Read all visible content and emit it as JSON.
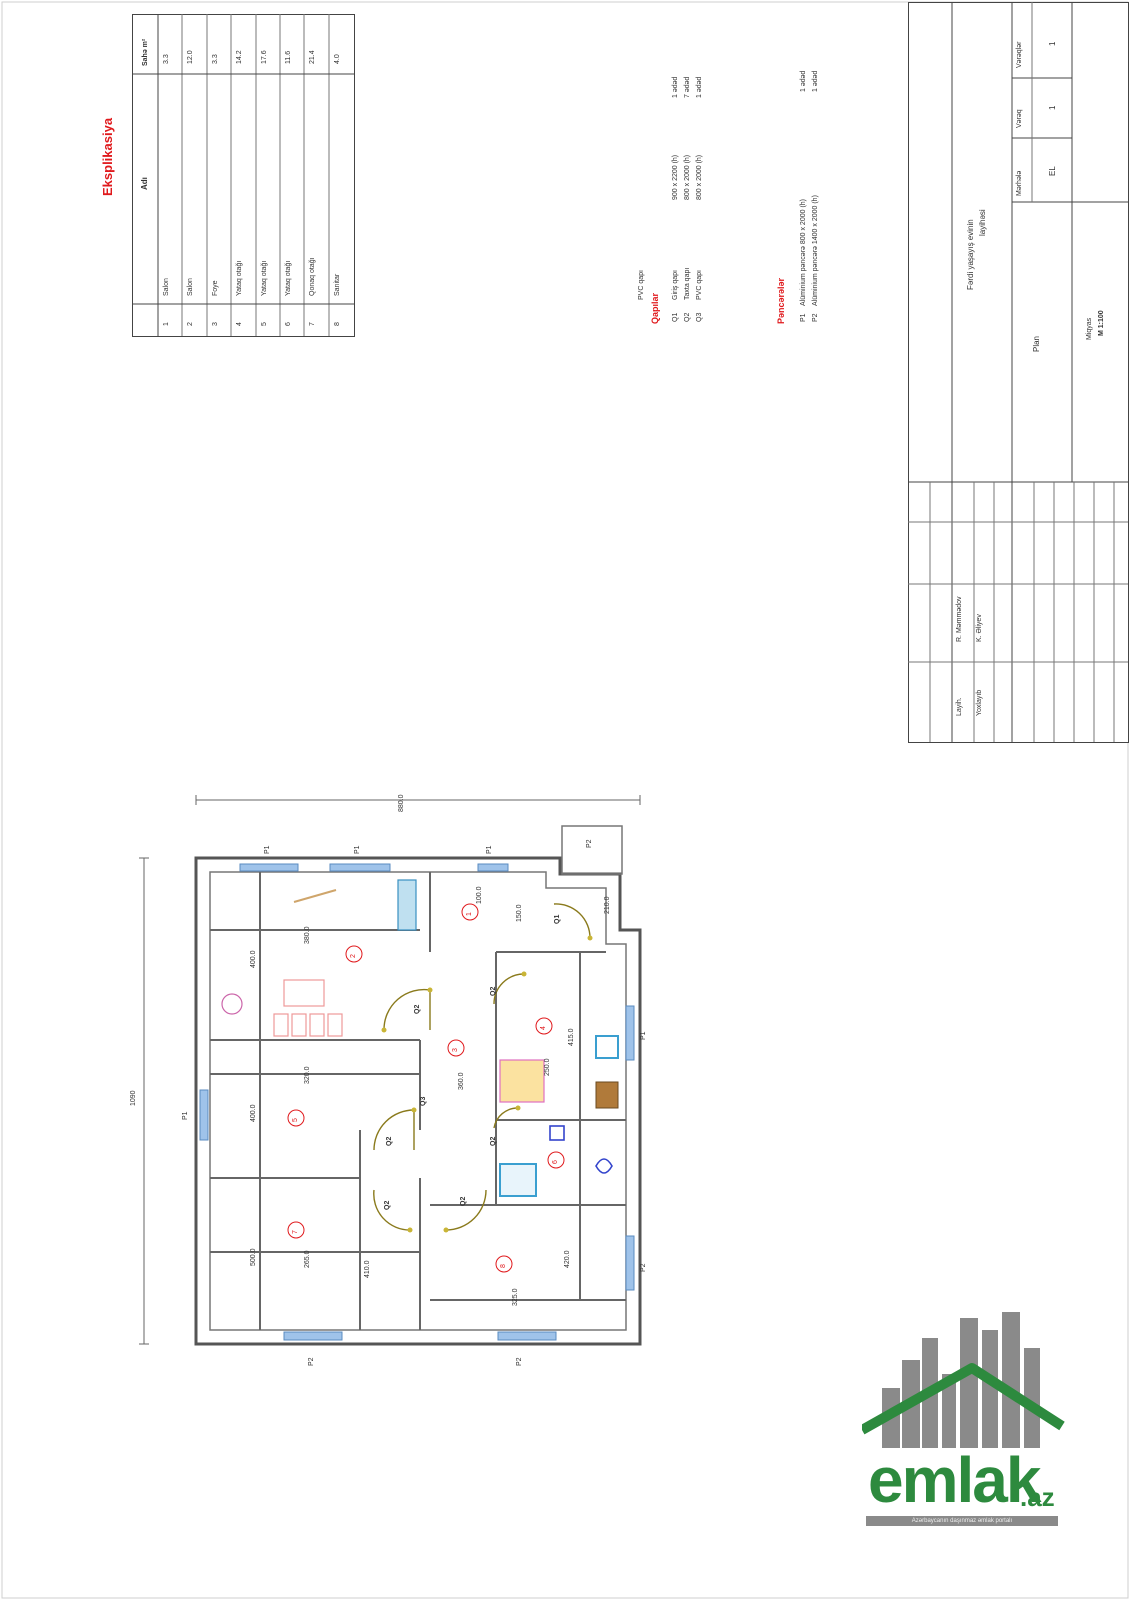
{
  "legend_title": "Eksplikasiya",
  "room_table": {
    "headers": [
      "",
      "Adı",
      "Sahə m²"
    ],
    "rows": [
      {
        "num": "1",
        "name": "Salon",
        "area": "3.3"
      },
      {
        "num": "2",
        "name": "Salon",
        "area": "12.0"
      },
      {
        "num": "3",
        "name": "Foye",
        "area": "3.3"
      },
      {
        "num": "4",
        "name": "Yataq otağı",
        "area": "14.2"
      },
      {
        "num": "5",
        "name": "Yataq otağı",
        "area": "17.6"
      },
      {
        "num": "6",
        "name": "Yataq otağı",
        "area": "11.6"
      },
      {
        "num": "7",
        "name": "Qonaq otağı",
        "area": "21.4"
      },
      {
        "num": "8",
        "name": "Sanitar",
        "area": "4.0"
      }
    ]
  },
  "openings": {
    "header_small": "PVC qapı",
    "doors_title": "Qapılar",
    "doors": [
      {
        "code": "Q1",
        "type": "Giriş qapı",
        "size": "900 x 2200 (h)",
        "qty": "1 ədəd"
      },
      {
        "code": "Q2",
        "type": "Taxta qapı",
        "size": "800 x 2000 (h)",
        "qty": "7 ədəd"
      },
      {
        "code": "Q3",
        "type": "PVC qapı",
        "size": "800 x 2000 (h)",
        "qty": "1 ədəd"
      }
    ],
    "windows_title": "Pəncərələr",
    "windows": [
      {
        "code": "P1",
        "text": "Alüminium pəncərə 800 x 2000 (h)",
        "qty": "1 ədəd"
      },
      {
        "code": "P2",
        "text": "Alüminium pəncərə 1400 x 2000 (h)",
        "qty": "1 ədəd"
      }
    ]
  },
  "title_block": {
    "project": "Fərdi yaşayış evinin",
    "project_sub": "layihəsi",
    "sheet_title": "Plan",
    "scale_label": "Miqyas",
    "scale": "M 1:100",
    "col_stage": "Mərhələ",
    "col_sheet": "Vərəq",
    "col_sheets": "Vərəqlər",
    "stage": "EL",
    "sheet": "1",
    "sheets": "1",
    "roles": [
      {
        "role": "Layih.",
        "name": "R. Məmmədov"
      },
      {
        "role": "Yoxlayıb",
        "name": "K. Əliyev"
      }
    ]
  },
  "plan": {
    "overall_width": "880.0",
    "overall_height": "1090",
    "window_tags": [
      "P1",
      "P1",
      "P1",
      "P1",
      "P1",
      "P2",
      "P2",
      "P2",
      "P2"
    ],
    "room_tags": [
      "1",
      "2",
      "3",
      "4",
      "5",
      "6",
      "7",
      "8"
    ],
    "door_tags": [
      "Q1",
      "Q2",
      "Q2",
      "Q2",
      "Q2",
      "Q2",
      "Q2",
      "Q3"
    ],
    "dims": [
      "400.0",
      "380.0",
      "320.0",
      "400.0",
      "265.0",
      "500.0",
      "410.0",
      "360.0",
      "420.0",
      "325.0",
      "250.0",
      "150.0",
      "100.0",
      "210.0",
      "415.0"
    ]
  },
  "logo": {
    "name": "emlak",
    "suffix": ".az",
    "tagline": "Azərbaycanın daşınmaz əmlak portalı"
  },
  "colors": {
    "wall": "#555555",
    "window": "#9fc3ea",
    "door": "#8a7a1c",
    "red": "#e0191c",
    "logo_green": "#2d8a3e",
    "logo_gray": "#8a8a8a"
  }
}
